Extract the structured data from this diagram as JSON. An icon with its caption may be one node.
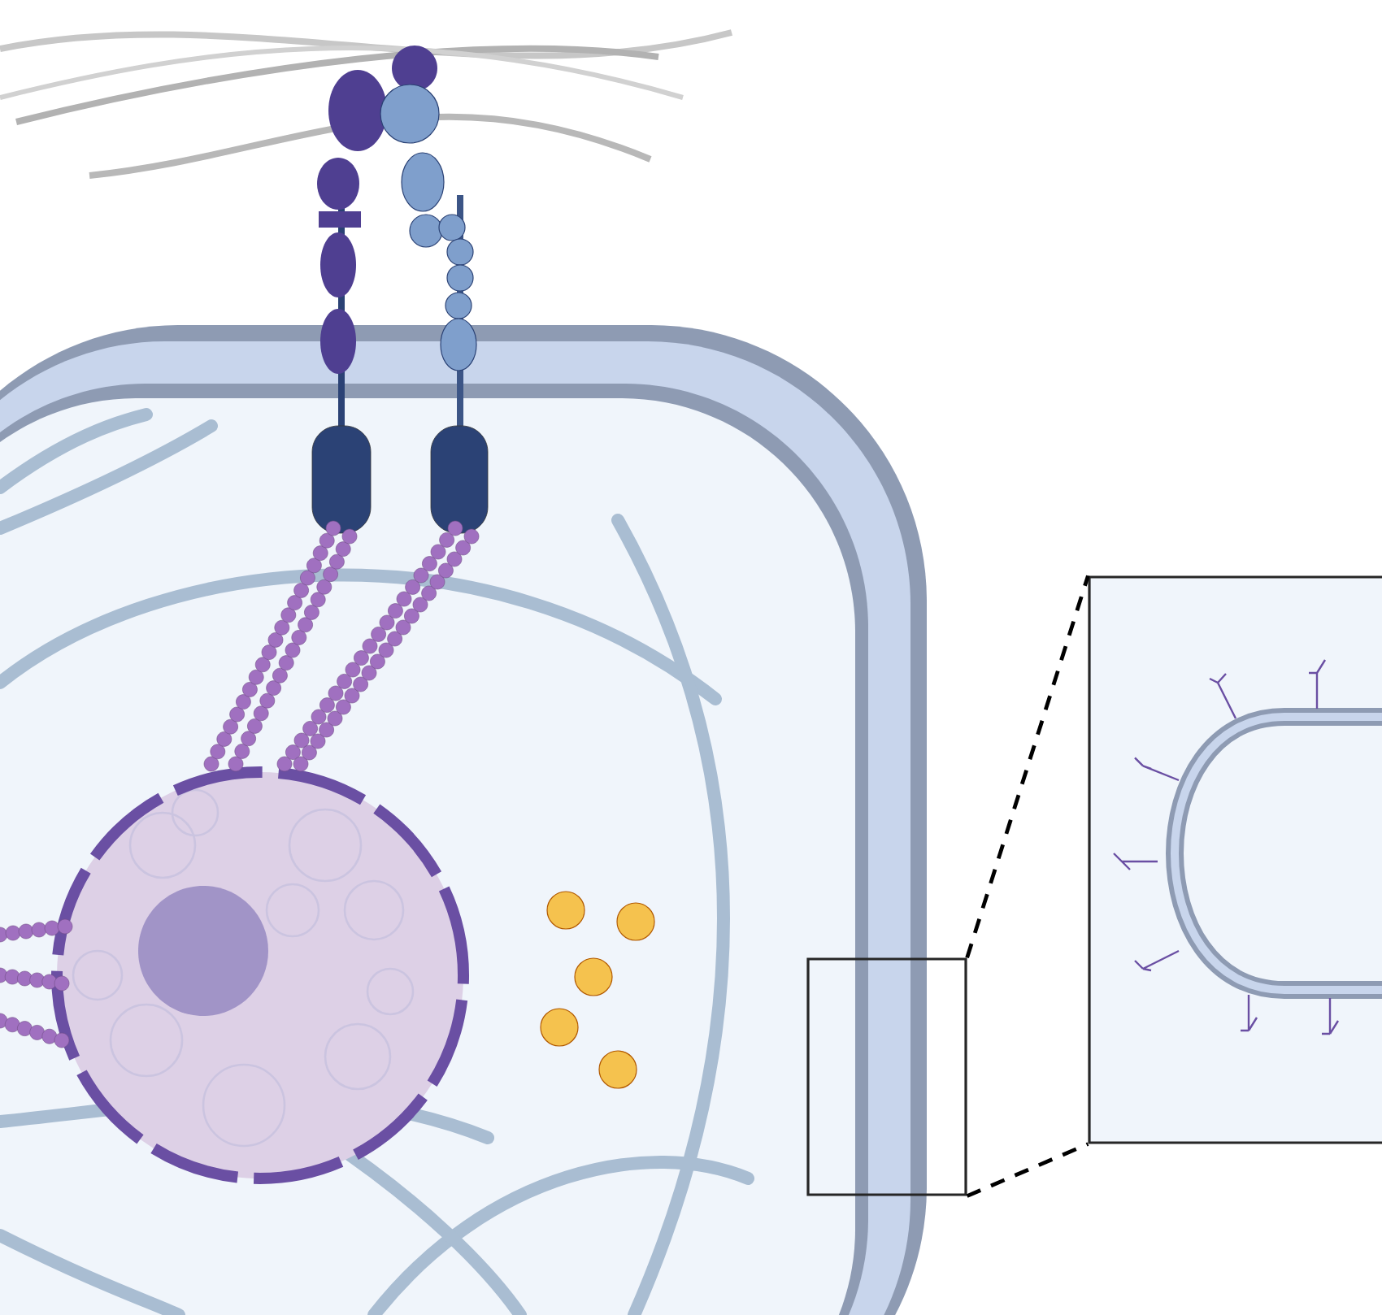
{
  "diagram": {
    "nodes": [
      {
        "text": [],
        "shape": "box"
      },
      {
        "text": [],
        "shape": "picture"
      }
    ],
    "edges": [
      {
        "from": 0,
        "to": 1,
        "arrow": "none",
        "style": "dashed"
      },
      {
        "from": 0,
        "to": 1,
        "arrow": "none",
        "style": "dashed"
      }
    ]
  }
}
